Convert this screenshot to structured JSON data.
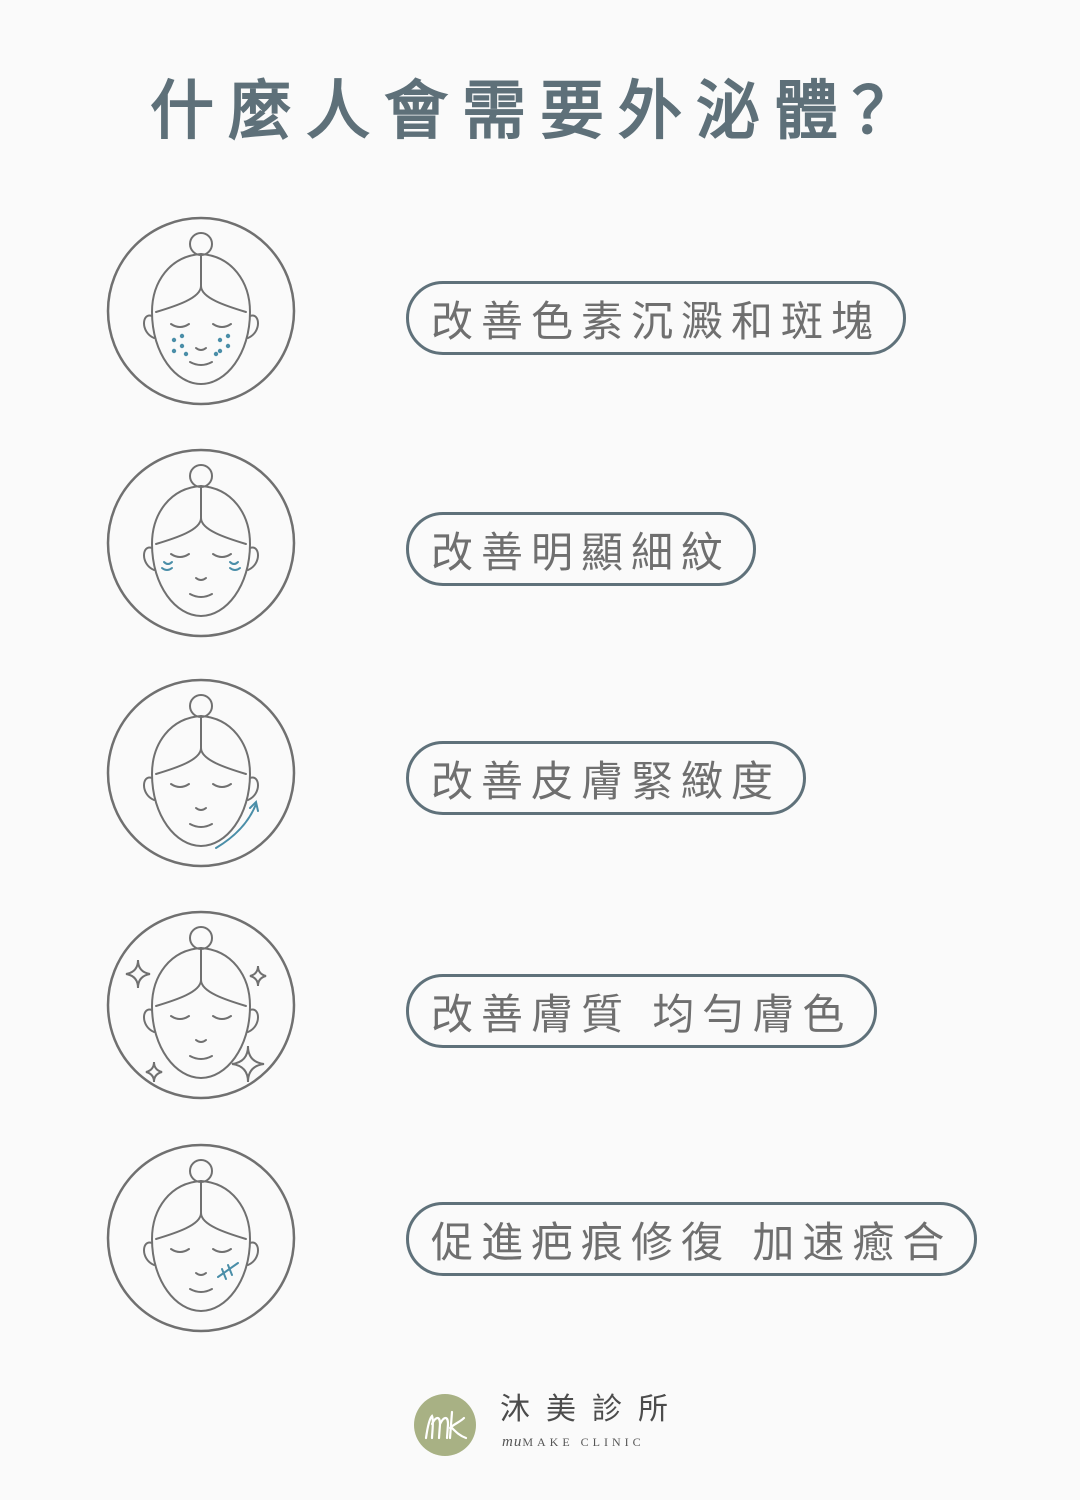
{
  "title": "什麼人會需要外泌體？",
  "items": [
    {
      "label": "改善色素沉澱和斑塊",
      "icon": "face-pigmentation-icon",
      "accent": "#4a8ea8"
    },
    {
      "label": "改善明顯細紋",
      "icon": "face-fine-lines-icon",
      "accent": "#4a8ea8"
    },
    {
      "label": "改善皮膚緊緻度",
      "icon": "face-firming-icon",
      "accent": "#4a8ea8"
    },
    {
      "label": "改善膚質 均勻膚色",
      "icon": "face-sparkle-skin-icon",
      "accent": "#6f6f6f"
    },
    {
      "label": "促進疤痕修復 加速癒合",
      "icon": "face-scar-repair-icon",
      "accent": "#4a8ea8"
    }
  ],
  "footer": {
    "logo_icon": "mumake-logo-icon",
    "logo_color": "#a8b184",
    "brand_zh": "沐美診所",
    "brand_en_mu": "mu",
    "brand_en_rest": "MAKE  CLINIC"
  },
  "colors": {
    "title": "#5e7079",
    "pill_border": "#5f717a",
    "pill_text": "#6f6f6f",
    "line": "#707070",
    "accent": "#4a8ea8"
  }
}
